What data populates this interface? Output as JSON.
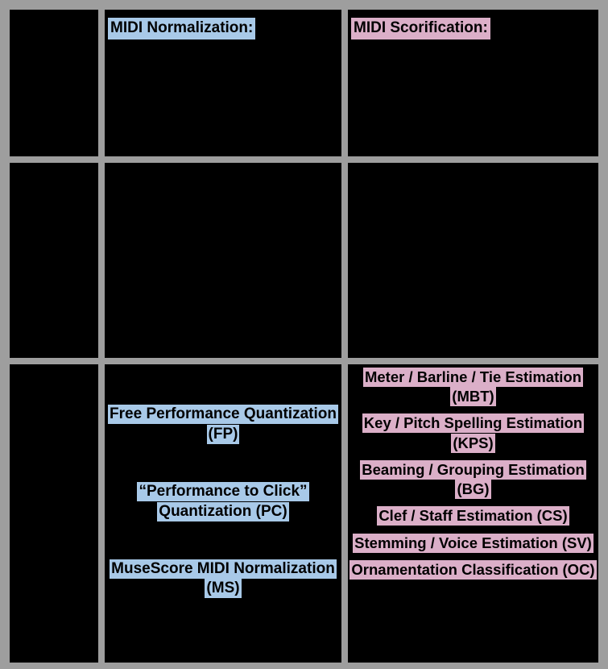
{
  "diagram": {
    "title": "MIDI Normalization and Scorification task grid",
    "colors": {
      "grid": "#9e9e9e",
      "cell_background": "#000000",
      "normalization_highlight": "#a8c9e8",
      "scorification_highlight": "#dbafc8",
      "text": "#000000"
    },
    "columns": [
      {
        "id": "col-labels",
        "header": ""
      },
      {
        "id": "col-normalization",
        "header": "MIDI Normalization:"
      },
      {
        "id": "col-scorification",
        "header": "MIDI Scorification:"
      }
    ],
    "rows": [
      {
        "id": "row-headers"
      },
      {
        "id": "row-empty"
      },
      {
        "id": "row-tasks"
      }
    ],
    "cells": {
      "r1c1": {
        "content": ""
      },
      "r1c2": {
        "header": "MIDI Normalization:"
      },
      "r1c3": {
        "header": "MIDI Scorification:"
      },
      "r2c1": {
        "content": ""
      },
      "r2c2": {
        "content": ""
      },
      "r2c3": {
        "content": ""
      },
      "r3c1": {
        "content": ""
      },
      "r3c2": {
        "tasks": [
          {
            "label": "Free Performance Quantization (FP)",
            "abbr": "FP"
          },
          {
            "label": "“Performance to Click” Quantization (PC)",
            "abbr": "PC"
          },
          {
            "label": "MuseScore MIDI Normalization (MS)",
            "abbr": "MS"
          }
        ]
      },
      "r3c3": {
        "tasks": [
          {
            "label": "Meter / Barline / Tie Estimation (MBT)",
            "abbr": "MBT"
          },
          {
            "label": "Key / Pitch Spelling Estimation (KPS)",
            "abbr": "KPS"
          },
          {
            "label": "Beaming / Grouping Estimation (BG)",
            "abbr": "BG"
          },
          {
            "label": "Clef / Staff Estimation (CS)",
            "abbr": "CS"
          },
          {
            "label": "Stemming / Voice Estimation (SV)",
            "abbr": "SV"
          },
          {
            "label": "Ornamentation Classification (OC)",
            "abbr": "OC"
          }
        ]
      }
    }
  }
}
